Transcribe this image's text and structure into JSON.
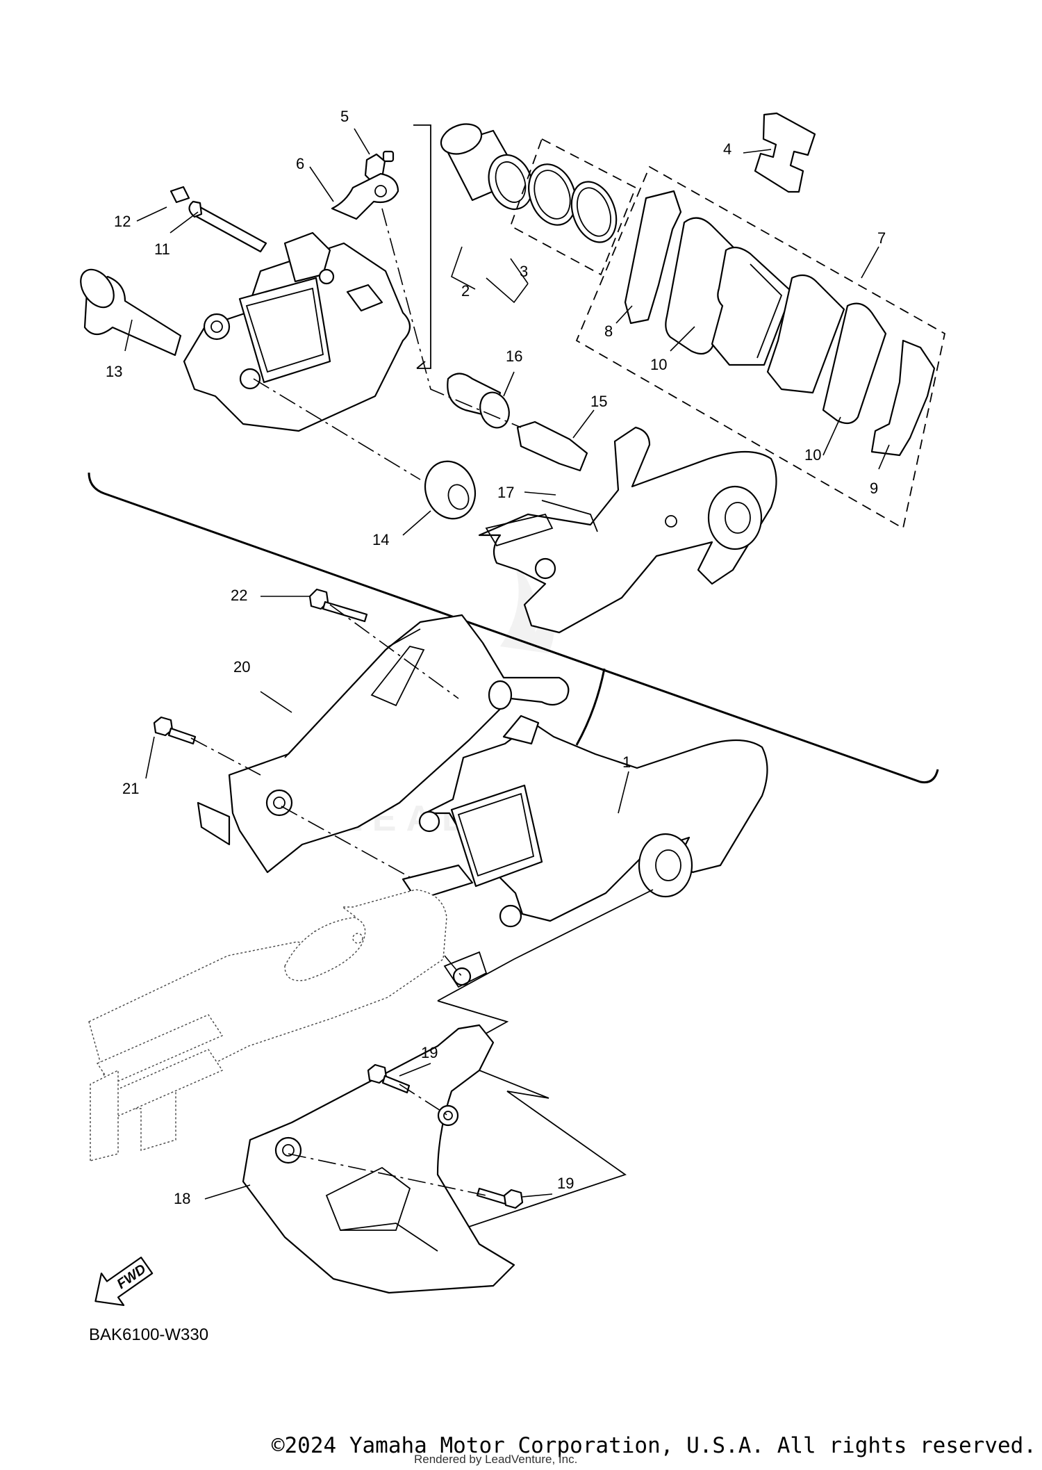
{
  "diagram": {
    "code": "BAK6100-W330",
    "fwd_label": "FWD",
    "watermark": "LEADVENTURE",
    "callouts": {
      "c1": "1",
      "c2": "2",
      "c3": "3",
      "c4": "4",
      "c5": "5",
      "c6": "6",
      "c7": "7",
      "c8": "8",
      "c9": "9",
      "c10a": "10",
      "c10b": "10",
      "c11": "11",
      "c12": "12",
      "c13": "13",
      "c14": "14",
      "c15": "15",
      "c16": "16",
      "c17": "17",
      "c18": "18",
      "c19a": "19",
      "c19b": "19",
      "c20": "20",
      "c21": "21",
      "c22": "22"
    }
  },
  "footer": {
    "copyright": "©2024 Yamaha Motor Corporation, U.S.A. All rights reserved.",
    "rendered_by": "Rendered by LeadVenture, Inc."
  }
}
